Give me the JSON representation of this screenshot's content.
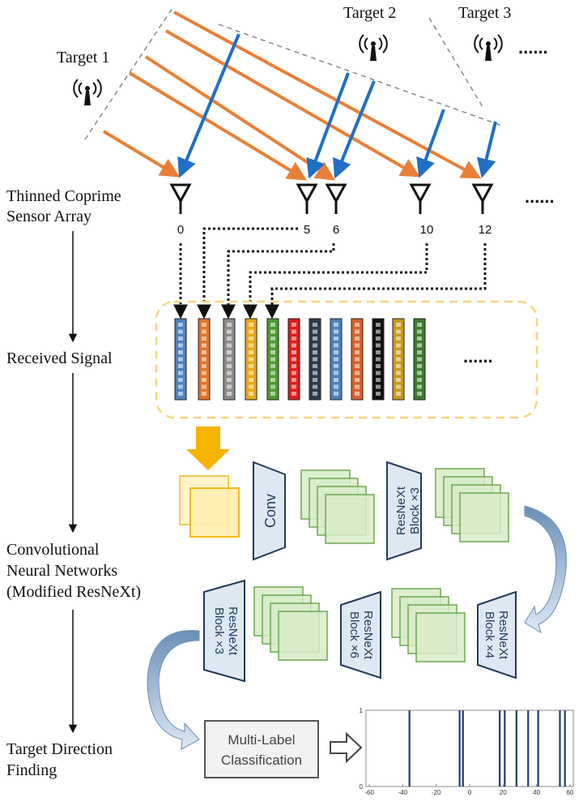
{
  "targets": [
    {
      "label": "Target 1"
    },
    {
      "label": "Target 2"
    },
    {
      "label": "Target 3"
    }
  ],
  "more_dots": "......",
  "side_labels": {
    "array_line1": "Thinned Coprime",
    "array_line2": "Sensor Array",
    "received": "Received Signal",
    "cnn_line1": "Convolutional",
    "cnn_line2": "Neural Networks",
    "cnn_line3": "(Modified ResNeXt)",
    "dof_line1": "Target Direction",
    "dof_line2": "Finding"
  },
  "sensor_indices": [
    "0",
    "5",
    "6",
    "10",
    "12"
  ],
  "signal_colors": [
    "#4f81bd",
    "#e0742a",
    "#8c8c8c",
    "#e6a817",
    "#4e9a34",
    "#e01b1b",
    "#2f3a4d",
    "#4f81bd",
    "#d9622b",
    "#111111",
    "#c79a16",
    "#3f7a2e"
  ],
  "network": {
    "conv_label": "Conv",
    "block_top_label_line1": "ResNeXt",
    "block_top_label_line2": "Block  ×3",
    "block_r_line1": "ResNeXt",
    "block_r_line2": "Block  ×4",
    "block_m_line1": "ResNeXt",
    "block_m_line2": "Block  ×6",
    "block_l_line1": "ResNeXt",
    "block_l_line2": "Block  ×3"
  },
  "classification": {
    "line1": "Multi-Label",
    "line2": "Classification"
  },
  "spectrum": {
    "x_ticks": [
      "-60",
      "-40",
      "-20",
      "0",
      "20",
      "40",
      "60"
    ],
    "y_ticks": [
      "0",
      "1"
    ],
    "xlim": [
      -62,
      62
    ],
    "ylim": [
      0,
      1
    ],
    "lines_at": [
      -36,
      -6,
      -4,
      18,
      21,
      28,
      35,
      41,
      54,
      57
    ]
  },
  "colors": {
    "orange_ray": "#e97f36",
    "blue_ray": "#1f6fc5",
    "dash_border": "#f5d67a",
    "green_fill": "#d8ebc8",
    "green_stroke": "#6aa84f",
    "block_fill": "#dde8f3",
    "block_stroke": "#1f3a5a",
    "gold_arrow": "#f5b400"
  }
}
